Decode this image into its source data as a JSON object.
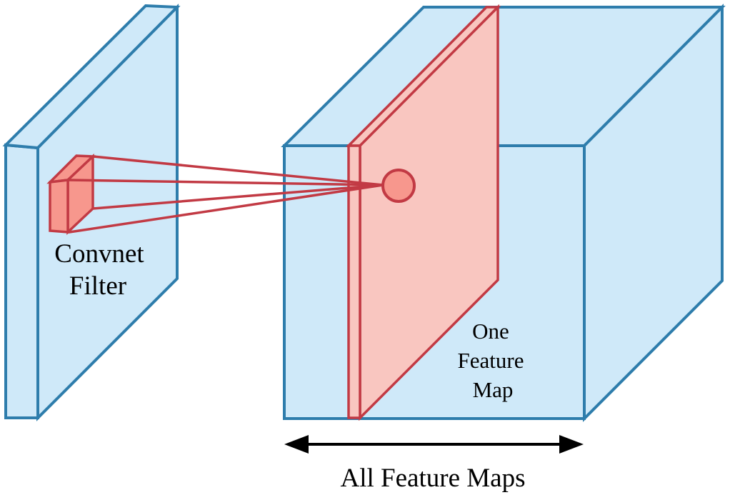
{
  "diagram": {
    "kind": "convnet-one-feature-map-diagram",
    "labels": {
      "convnet_filter": {
        "line1": "Convnet",
        "line2": "Filter"
      },
      "one_feature_map": {
        "line1": "One",
        "line2": "Feature",
        "line3": "Map"
      },
      "all_feature_maps": "All Feature Maps"
    },
    "colors": {
      "background": "#ffffff",
      "layer_fill": "#cfe9f9",
      "layer_stroke": "#2e7dac",
      "map_fill": "#f9c6c0",
      "accent_fill": "#f7978d",
      "accent_stroke": "#c23a44",
      "arrow_color": "#000000",
      "text_color": "#000000"
    }
  }
}
